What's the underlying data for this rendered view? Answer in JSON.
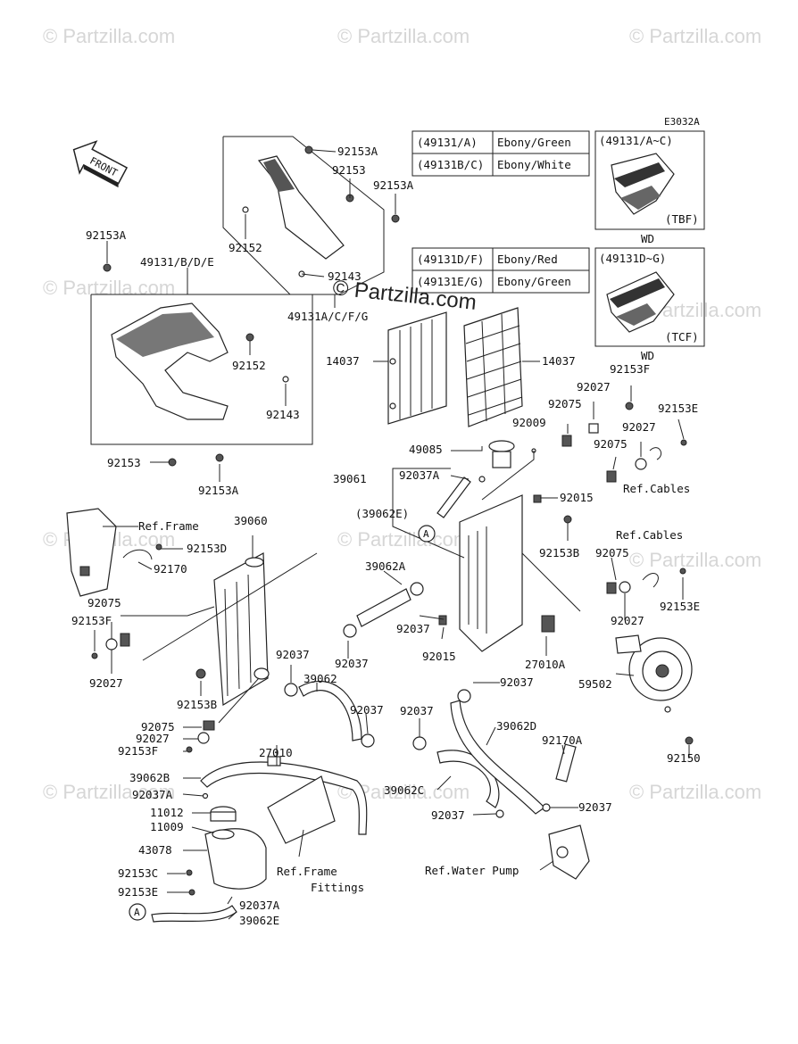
{
  "diagram_code": "E3032A",
  "watermark": "© Partzilla.com",
  "center_watermark": "© Partzilla.com",
  "front_arrow": "FRONT",
  "color_table_1": [
    {
      "code": "(49131/A)",
      "color": "Ebony/Green"
    },
    {
      "code": "(49131B/C)",
      "color": "Ebony/White"
    }
  ],
  "color_table_2": [
    {
      "code": "(49131D/F)",
      "color": "Ebony/Red"
    },
    {
      "code": "(49131E/G)",
      "color": "Ebony/Green"
    }
  ],
  "inset_1": {
    "title": "(49131/A~C)",
    "tag": "(TBF)",
    "caption": "WD"
  },
  "inset_2": {
    "title": "(49131D~G)",
    "tag": "(TCF)",
    "caption": "WD"
  },
  "labels": {
    "l92153A_1": "92153A",
    "l92153_1": "92153",
    "l92153A_2": "92153A",
    "l92152_1": "92152",
    "l92143_1": "92143",
    "l49131ACFG": "49131A/C/F/G",
    "l92153A_3": "92153A",
    "l49131BDE": "49131/B/D/E",
    "l92152_2": "92152",
    "l92143_2": "92143",
    "l92153_2": "92153",
    "l92153A_4": "92153A",
    "l14037_1": "14037",
    "l14037_2": "14037",
    "l92153F_1": "92153F",
    "l92027_1": "92027",
    "l92075_1": "92075",
    "l92153E_1": "92153E",
    "l92009": "92009",
    "l92027_2": "92027",
    "l49085": "49085",
    "l92075_2": "92075",
    "l39061": "39061",
    "l92037A_1": "92037A",
    "refCables1": "Ref.Cables",
    "l92015_1": "92015",
    "l39062E_p": "(39062E)",
    "l92153B_1": "92153B",
    "refFrame": "Ref.Frame",
    "l39060": "39060",
    "l92153D": "92153D",
    "l92170": "92170",
    "l39062A": "39062A",
    "refCables2": "Ref.Cables",
    "l92075_3": "92075",
    "l92153E_2": "92153E",
    "l92075_4": "92075",
    "l92153F_2": "92153F",
    "l92027_3": "92027",
    "l92037_1": "92037",
    "l92015_2": "92015",
    "l27010A": "27010A",
    "l92027_4": "92027",
    "l92037_2": "92037",
    "l59502": "59502",
    "l92153B_2": "92153B",
    "l92037_3": "92037",
    "l39062": "39062",
    "l92037_4": "92037",
    "l92037_5": "92037",
    "l92075_5": "92075",
    "l92027_5": "92027",
    "l92153F_3": "92153F",
    "l27010": "27010",
    "l39062D": "39062D",
    "l92170A": "92170A",
    "l92150": "92150",
    "l39062B": "39062B",
    "l92037A_2": "92037A",
    "l11012": "11012",
    "l11009": "11009",
    "l39062C": "39062C",
    "l92037_6": "92037",
    "l92037_7": "92037",
    "l43078": "43078",
    "l92153C": "92153C",
    "refFrameFittings1": "Ref.Frame",
    "refFrameFittings2": "Fittings",
    "refWaterPump": "Ref.Water Pump",
    "l92153E_3": "92153E",
    "l92037A_3": "92037A",
    "l39062E": "39062E",
    "markerA_1": "A",
    "markerA_2": "A"
  }
}
